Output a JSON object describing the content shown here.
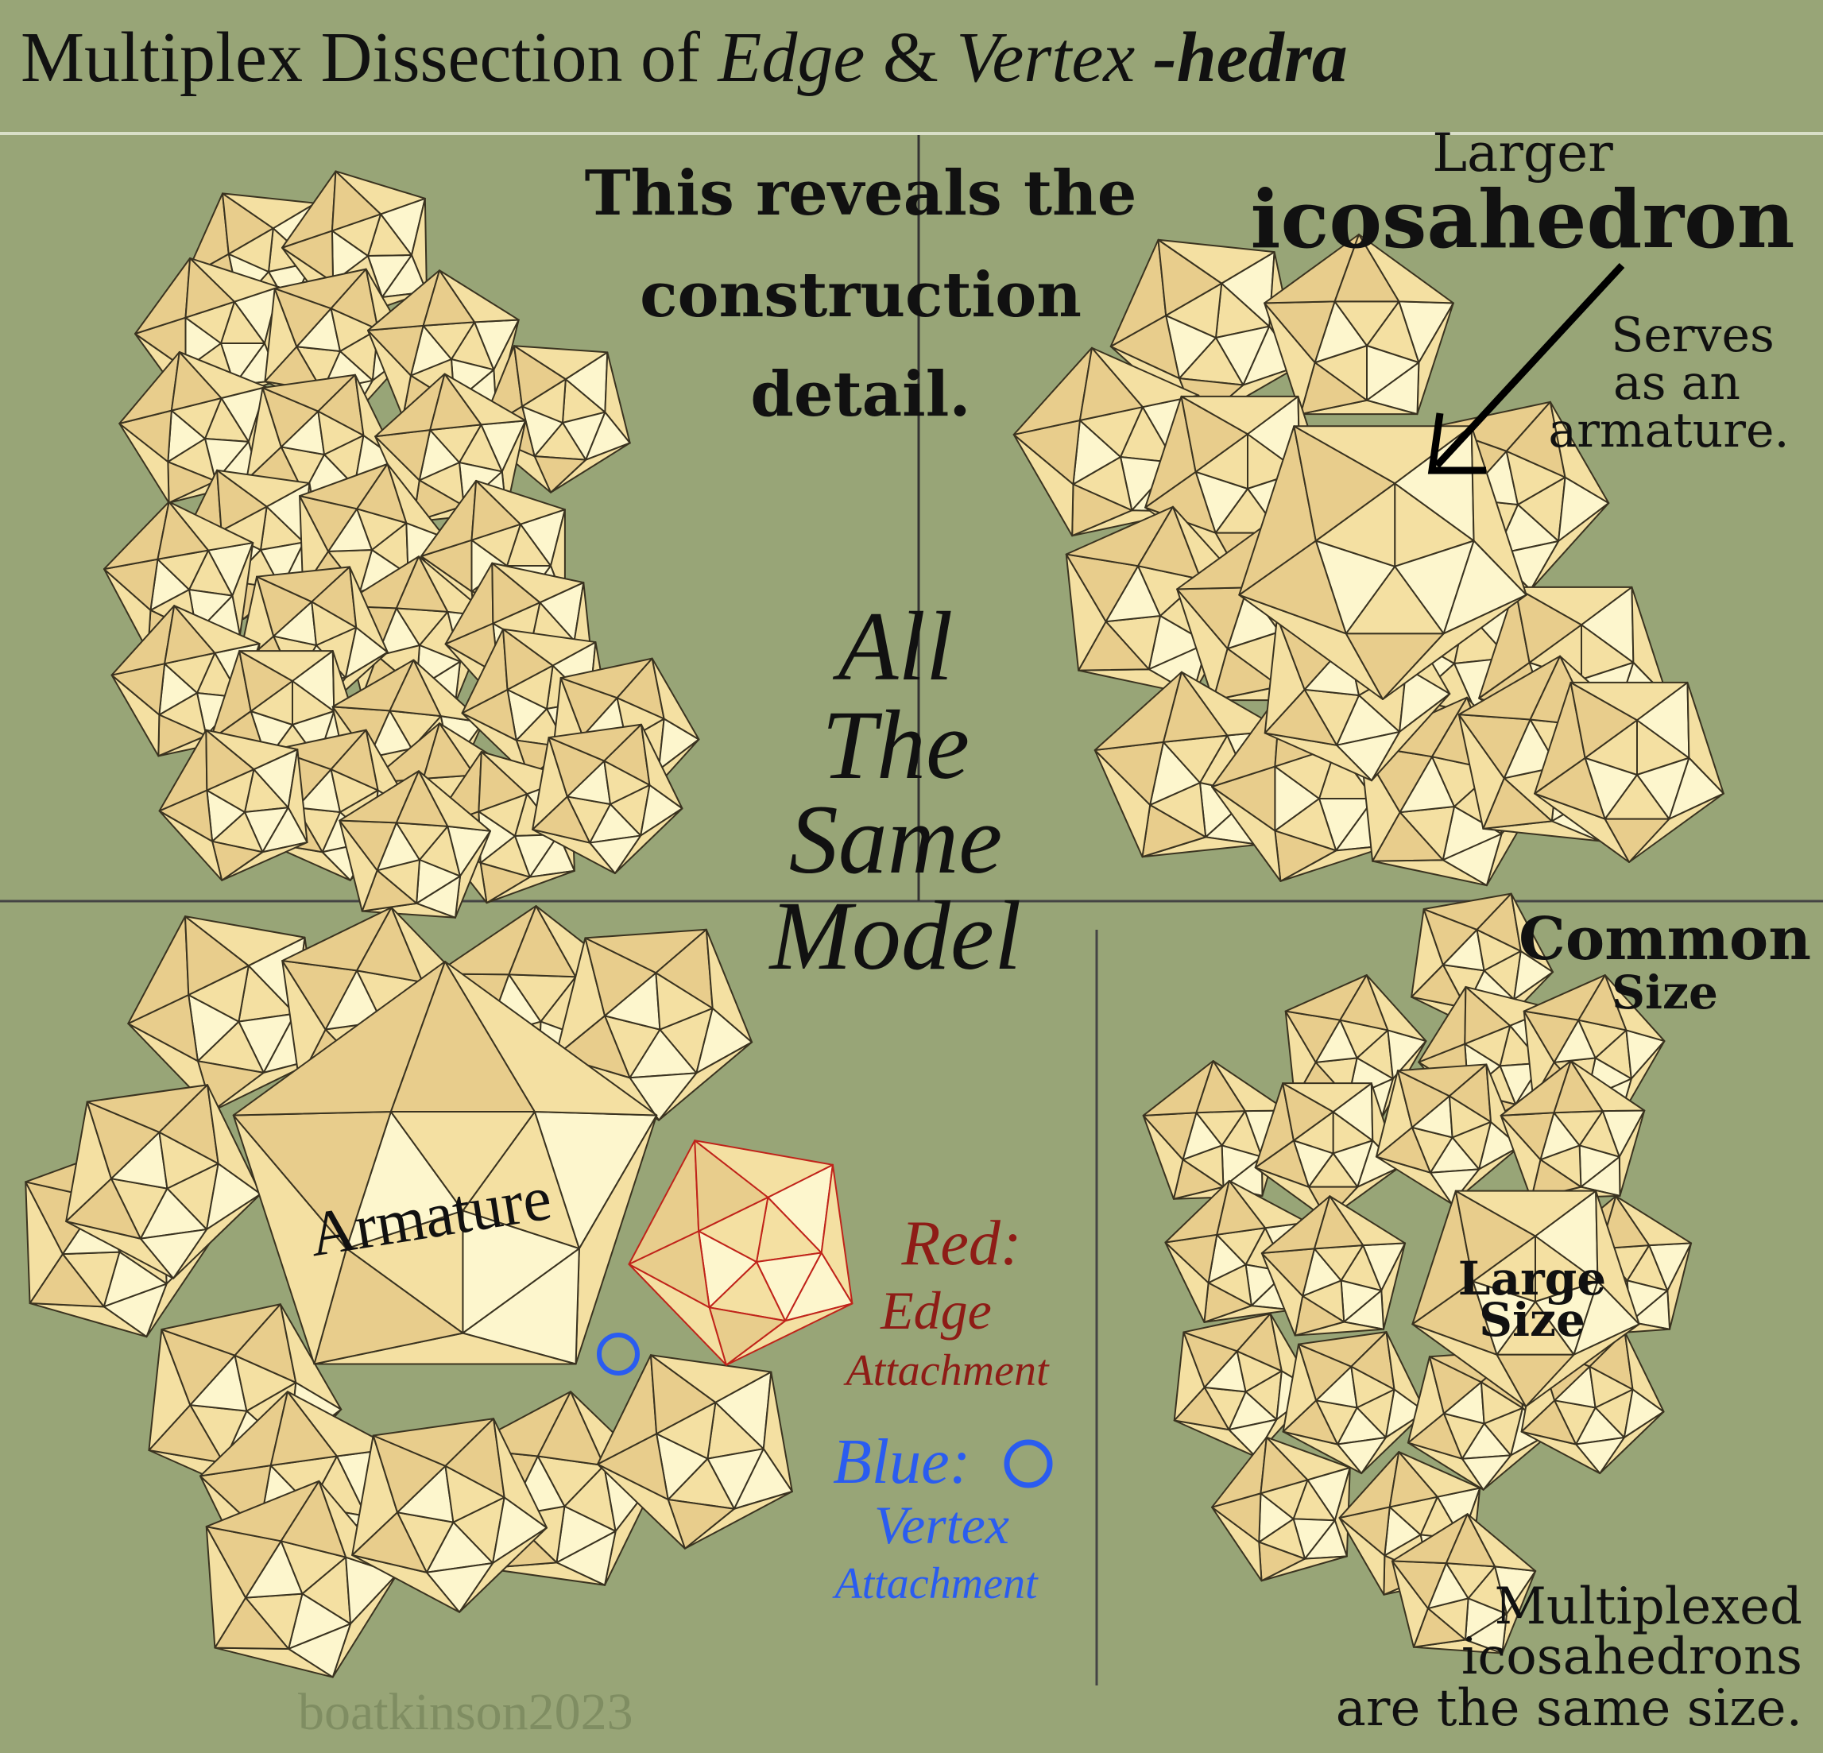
{
  "title": {
    "part1": "Multiplex Dissection of ",
    "edge": "Edge",
    "amp": " & ",
    "vertex": "Vertex",
    "hedra": " -hedra"
  },
  "top_center": {
    "line1": "This reveals the",
    "line2": "construction",
    "line3": "detail."
  },
  "top_right": {
    "larger": "Larger",
    "icosahedron": "icosahedron",
    "serves1": "Serves",
    "serves2": "as  an",
    "serves3": "armature."
  },
  "center": {
    "line1": "All",
    "line2": "The",
    "line3": "Same",
    "line4": "Model"
  },
  "bottom_left": {
    "armature": "Armature",
    "red_label": "Red:",
    "red_sub1": "Edge",
    "red_sub2": "Attachment",
    "blue_label": "Blue:",
    "blue_sub1": "Vertex",
    "blue_sub2": "Attachment"
  },
  "bottom_right": {
    "common1": "Common",
    "common2": "Size",
    "large1": "Large",
    "large2": "Size",
    "note1": "Multiplexed",
    "note2": "icosahedrons",
    "note3": "are the same size."
  },
  "watermark": "boatkinson2023",
  "colors": {
    "background": "#98a577",
    "face_light": "#fdf6cd",
    "face_mid": "#f4e0a2",
    "face_dark": "#e8cd8c",
    "red": "#c0231a",
    "blue": "#2a5cf0"
  }
}
